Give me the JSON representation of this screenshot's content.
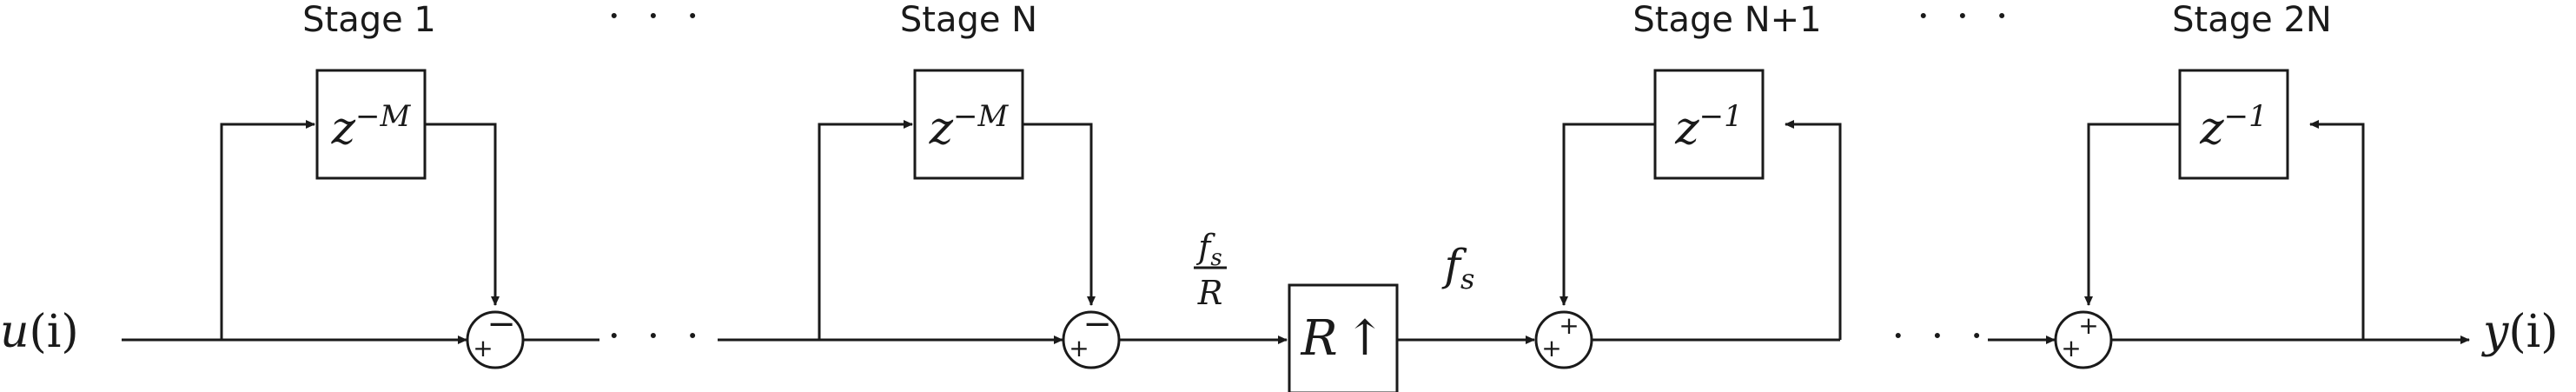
{
  "labels": {
    "stage_1": "Stage 1",
    "stage_n": "Stage N",
    "stage_n1": "Stage N+1",
    "stage_2n": "Stage 2N",
    "ellipsis": "· · ·"
  },
  "signals": {
    "input_var": "u",
    "input_index": "(i)",
    "output_var": "y",
    "output_index": "(i)",
    "rate_num_var": "f",
    "rate_num_sub": "s",
    "rate_den": "R",
    "rate_after_var": "f",
    "rate_after_sub": "s"
  },
  "blocks": {
    "comb_delay_base": "z",
    "comb_delay_exp": "−M",
    "integrator_delay_base": "z",
    "integrator_delay_exp": "−1",
    "upsampler_var": "R",
    "upsampler_arrow": "↑"
  },
  "summers": {
    "plus": "+",
    "minus": "−"
  },
  "colors": {
    "ink": "#1a1a1a",
    "background": "#ffffff"
  }
}
